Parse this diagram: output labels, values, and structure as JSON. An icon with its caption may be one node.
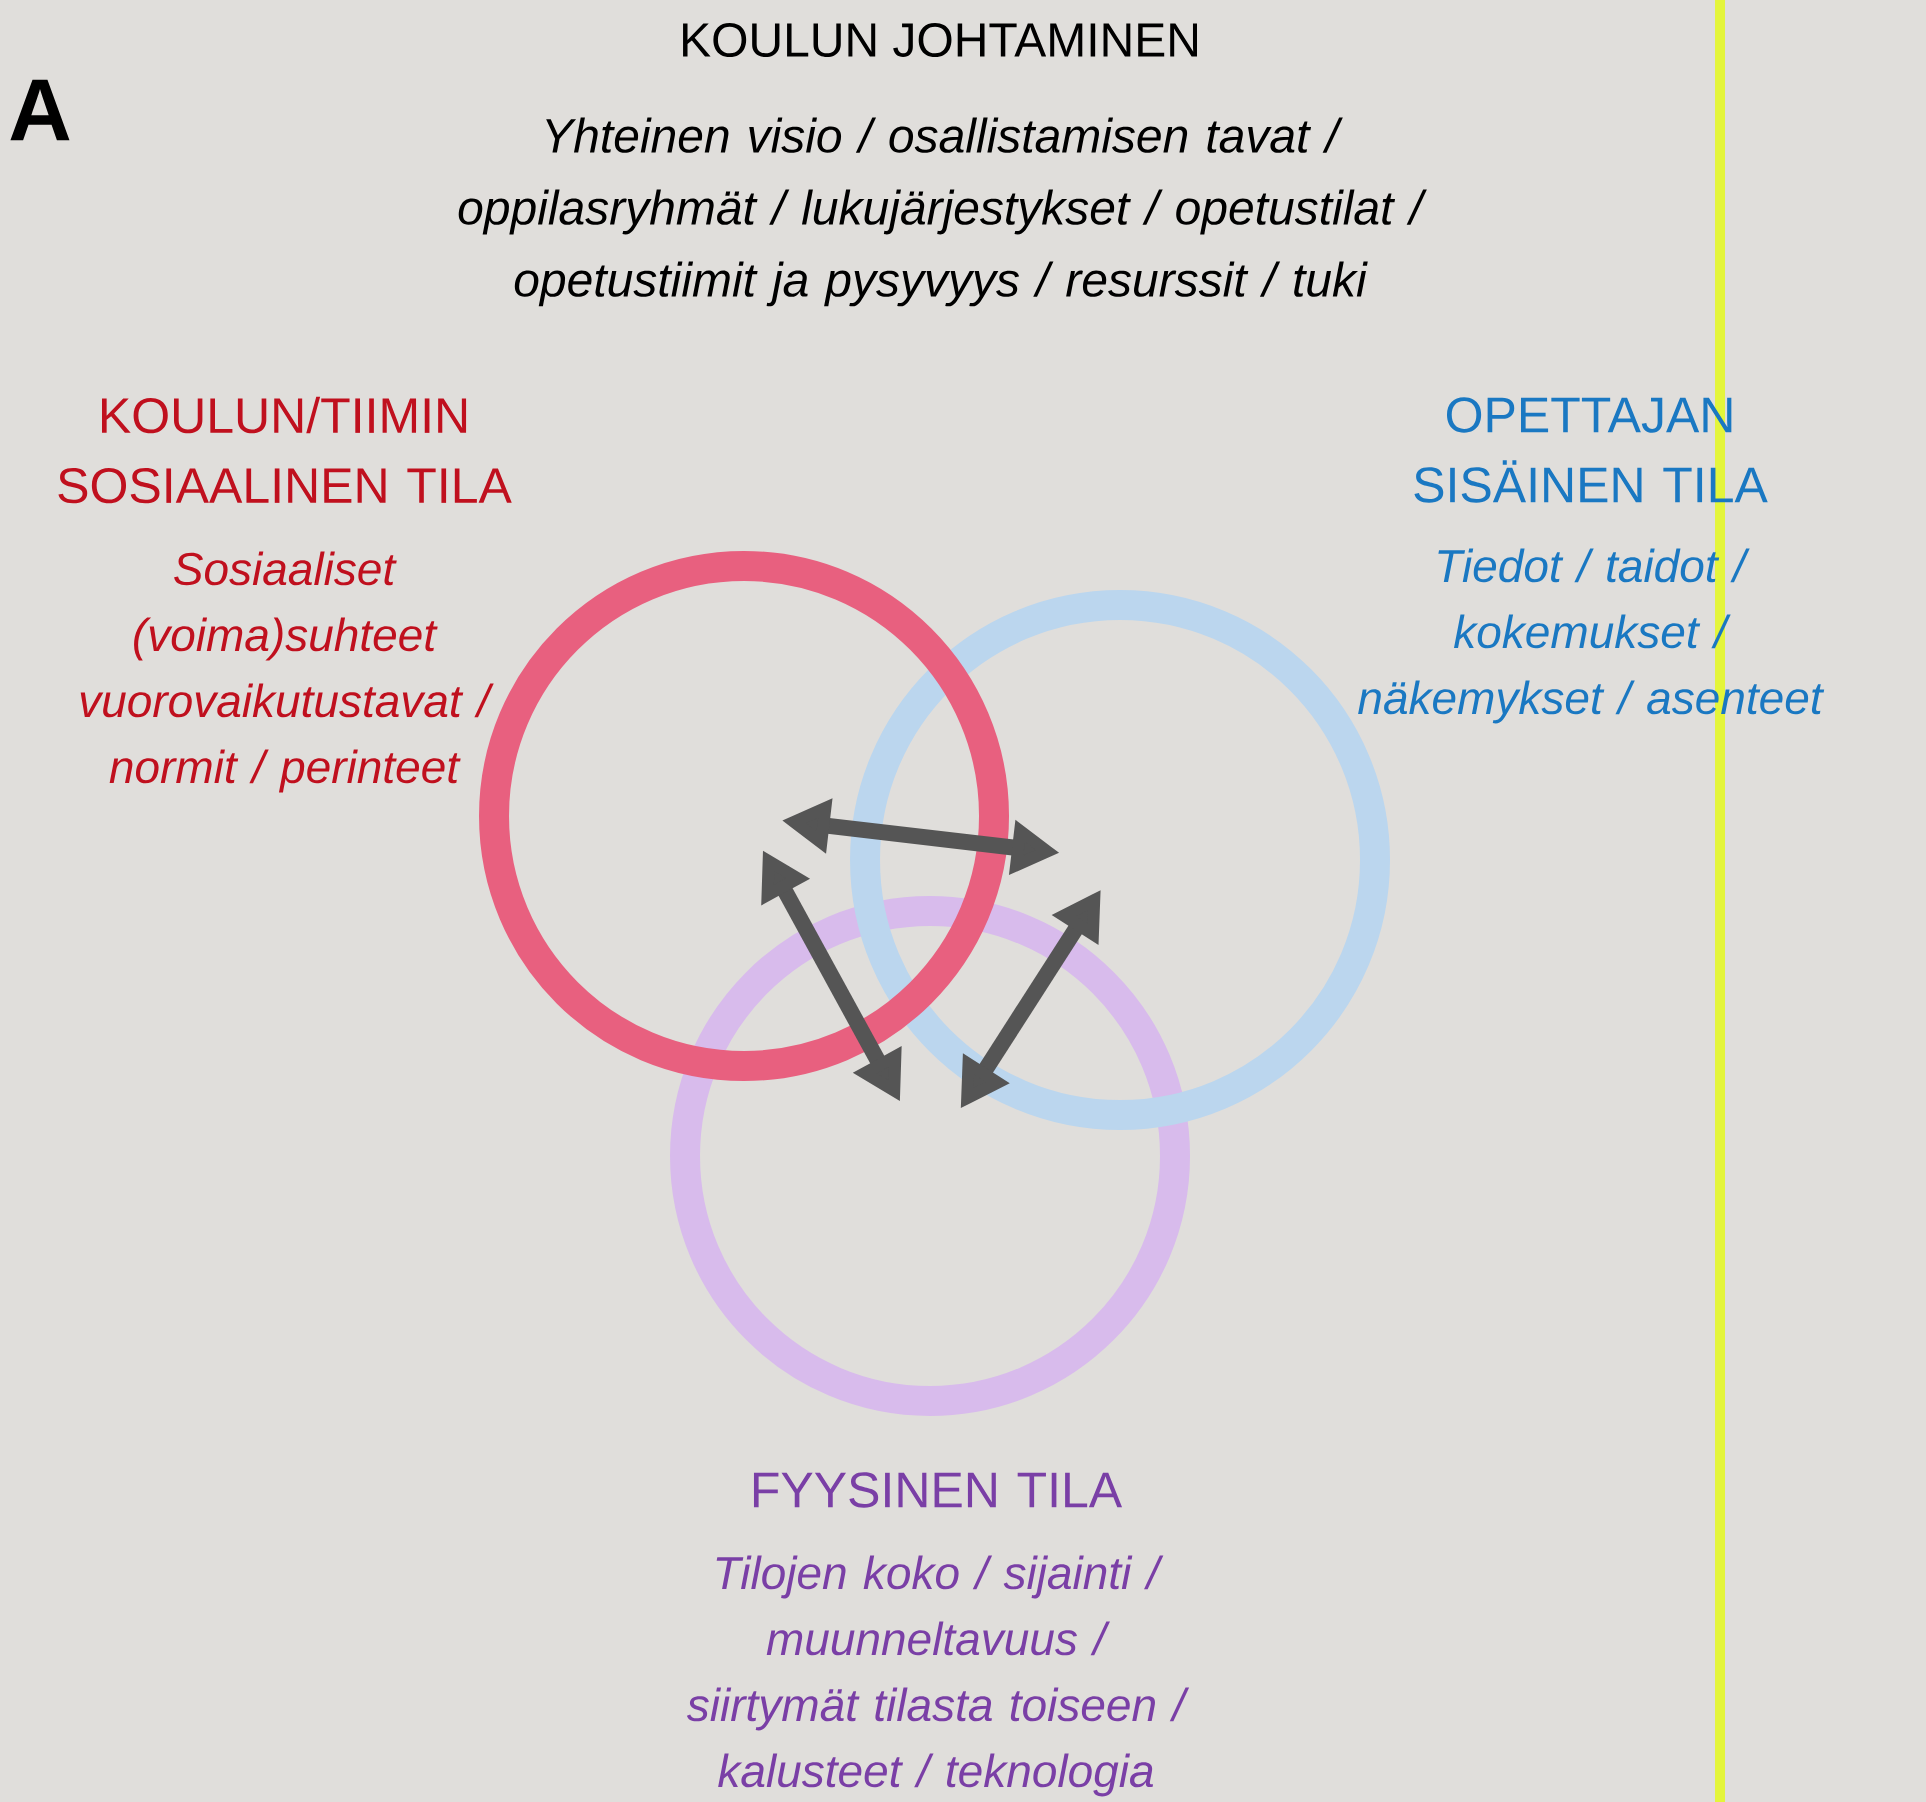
{
  "diagram": {
    "title": "KOULUN JOHTAMINEN",
    "nodes": [
      {
        "text": [],
        "shape": "circle",
        "beside": [
          "KOULUN/TIIMIN SOSIAALINEN TILA",
          "Sosiaaliset (voima)suhteet vuorovaikutustavat / normit / perinteet"
        ]
      },
      {
        "text": [],
        "shape": "circle",
        "beside": [
          "OPETTAJAN SISÄINEN TILA",
          "Tiedot / taidot / kokemukset / näkemykset / asenteet"
        ]
      },
      {
        "text": [],
        "shape": "circle",
        "beside": [
          "FYYSINEN TILA",
          "Tilojen koko / sijainti / muunneltavuus / siirtymät tilasta toiseen / kalusteet / teknologia"
        ]
      }
    ],
    "edges": [
      {
        "from": 0,
        "to": 1,
        "arrow": "both"
      },
      {
        "from": 0,
        "to": 2,
        "arrow": "both"
      },
      {
        "from": 1,
        "to": 2,
        "arrow": "both"
      }
    ],
    "labels": [
      "A",
      "Yhteinen visio / osallistamisen tavat / oppilasryhmät / lukujärjestykset / opetustilat / opetustiimit ja pysyvyys / resurssit / tuki"
    ]
  }
}
